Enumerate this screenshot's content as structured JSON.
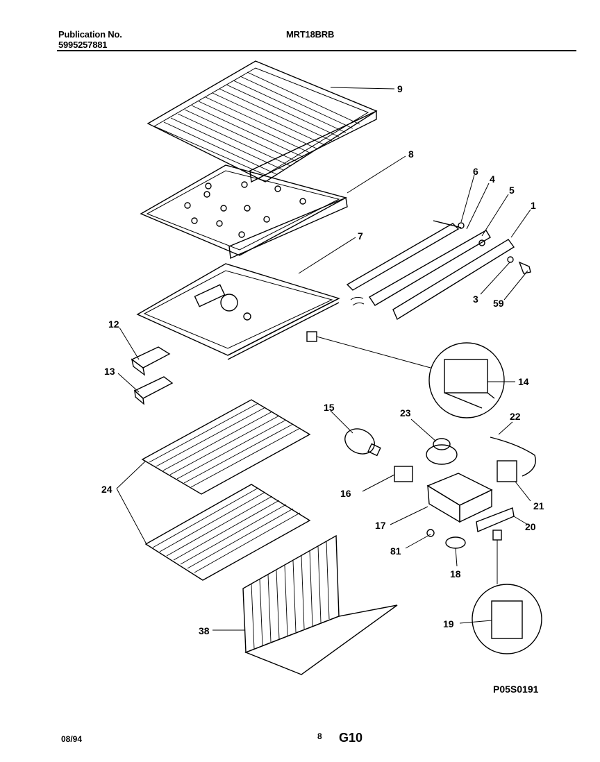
{
  "header": {
    "publication_label": "Publication No.",
    "publication_number": "5995257881",
    "model": "MRT18BRB"
  },
  "footer": {
    "date": "08/94",
    "page_number": "8",
    "section": "G10",
    "diagram_code": "P05S0191"
  },
  "callouts": [
    "9",
    "8",
    "7",
    "6",
    "4",
    "5",
    "1",
    "3",
    "59",
    "12",
    "13",
    "14",
    "15",
    "23",
    "22",
    "16",
    "21",
    "17",
    "20",
    "81",
    "18",
    "24",
    "19",
    "38"
  ]
}
